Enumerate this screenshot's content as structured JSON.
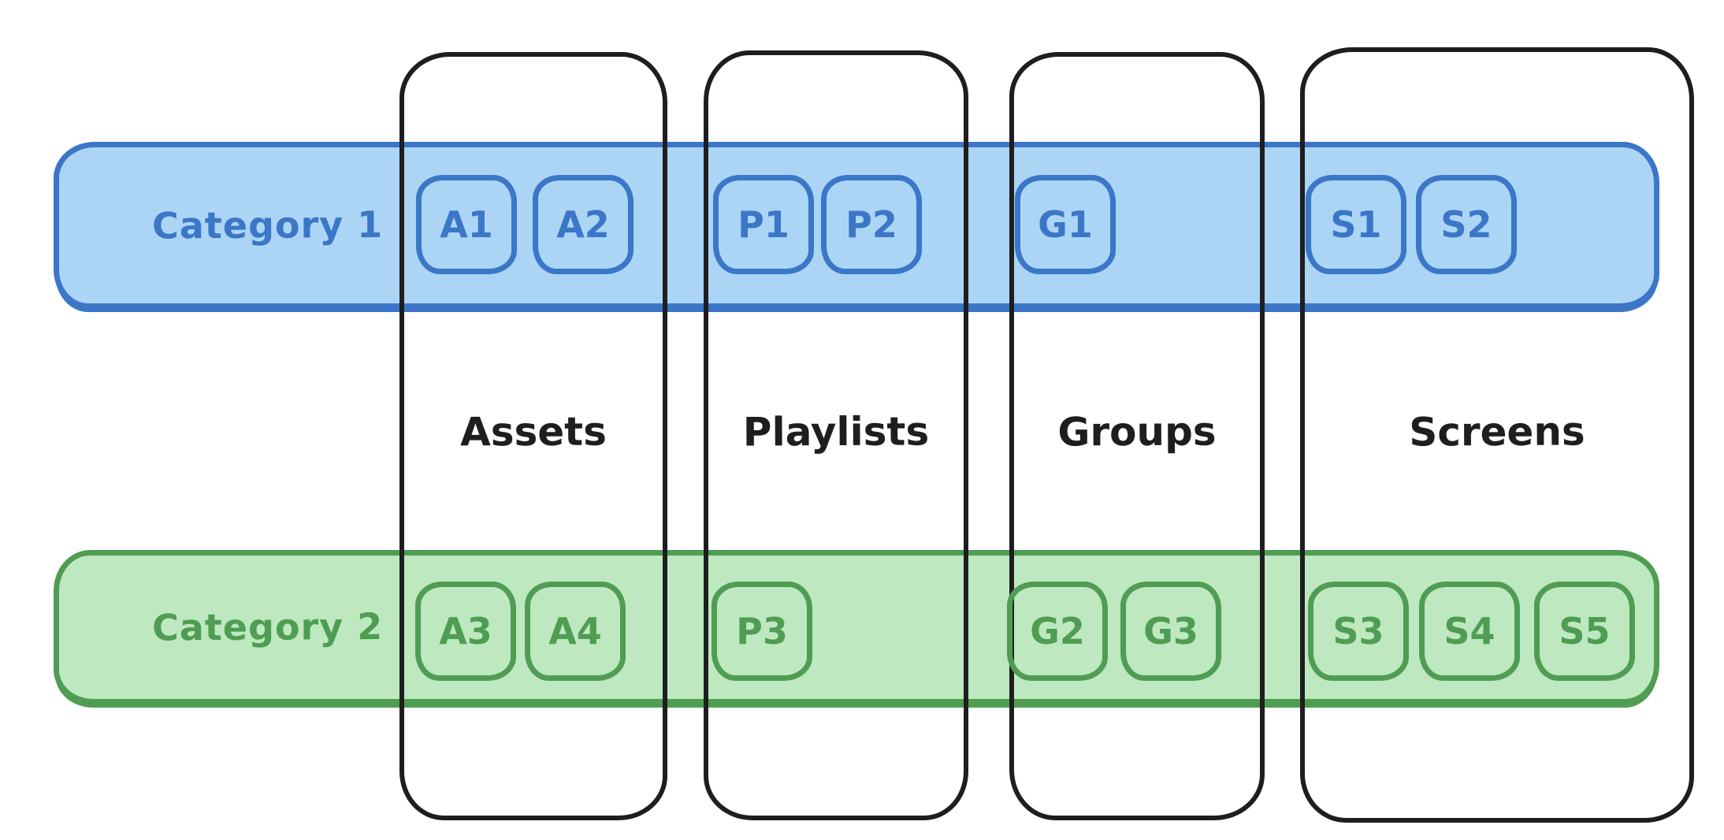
{
  "diagram": {
    "bands": [
      {
        "id": "category-1",
        "label": "Category 1",
        "stroke": "#3b76c7",
        "fill": "#abd4f5"
      },
      {
        "id": "category-2",
        "label": "Category 2",
        "stroke": "#4f9d53",
        "fill": "#bee8c0"
      }
    ],
    "columns": [
      {
        "title": "Assets",
        "category1": [
          "A1",
          "A2"
        ],
        "category2": [
          "A3",
          "A4"
        ]
      },
      {
        "title": "Playlists",
        "category1": [
          "P1",
          "P2"
        ],
        "category2": [
          "P3"
        ]
      },
      {
        "title": "Groups",
        "category1": [
          "G1"
        ],
        "category2": [
          "G2",
          "G3"
        ]
      },
      {
        "title": "Screens",
        "category1": [
          "S1",
          "S2"
        ],
        "category2": [
          "S3",
          "S4",
          "S5"
        ]
      }
    ],
    "ink": "#1e1e1e"
  }
}
